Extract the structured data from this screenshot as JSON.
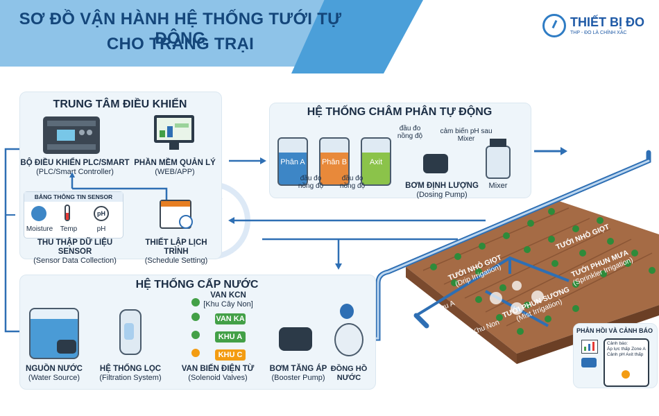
{
  "title": {
    "line1": "SƠ ĐỒ VẬN HÀNH HỆ THỐNG TƯỚI TỰ ĐỘNG",
    "line2": "CHO TRANG TRẠI"
  },
  "logo": {
    "name": "THIẾT BỊ ĐO",
    "tagline": "THP - ĐO LÀ CHÍNH XÁC"
  },
  "control_center": {
    "title": "TRUNG TÂM ĐIỀU KHIỂN",
    "plc_label": "BỘ ĐIỀU KHIỂN PLC/SMART",
    "plc_sub": "(PLC/Smart Controller)",
    "software_label": "PHẦN MỀM QUẢN LÝ",
    "software_sub": "(WEB/APP)",
    "sensor_board_title": "BẢNG THÔNG TIN SENSOR",
    "sensor_items": [
      "Moisture",
      "Temp",
      "pH"
    ],
    "ph_icon_text": "pH",
    "sensor_label": "THU THẬP DỮ LIỆU SENSOR",
    "sensor_sub": "(Sensor Data Collection)",
    "schedule_label": "THIẾT LẬP LỊCH TRÌNH",
    "schedule_sub": "(Schedule Setting)"
  },
  "fertigation": {
    "title": "HỆ THỐNG CHÂM PHÂN TỰ ĐỘNG",
    "tanks": [
      "Phân A",
      "Phân B",
      "Axit"
    ],
    "probe_top": "đầu đo nồng độ",
    "probe_a": "đầu đo nồng độ",
    "probe_b": "đầu đo nồng độ",
    "ph_sensor": "cảm biến pH sau Mixer",
    "pump_label": "BƠM ĐỊNH LƯỢNG",
    "pump_sub": "(Dosing Pump)",
    "mixer_label": "Mixer"
  },
  "water_supply": {
    "title": "HỆ THỐNG CẤP NƯỚC",
    "source_label": "NGUỒN NƯỚC",
    "source_sub": "(Water Source)",
    "filter_label": "HỆ THỐNG LỌC",
    "filter_sub": "(Filtration System)",
    "valve_top": "VAN KCN",
    "valve_top_sub": "[Khu Cây Non]",
    "valves": [
      "VAN KA",
      "KHU A",
      "KHU C"
    ],
    "valve_label": "VAN BIẾN ĐIỆN TỪ",
    "valve_sub": "(Solenoid Valves)",
    "booster_label": "BƠM TĂNG ÁP",
    "booster_sub": "(Booster Pump)",
    "meter_label": "ĐỒNG HỒ NƯỚC"
  },
  "field": {
    "zones": [
      {
        "name": "TƯỚI NHỎ GIỌT",
        "sub": "(Drip Irrigation)"
      },
      {
        "name": "TƯỚI NHỎ GIỌT",
        "sub": ""
      },
      {
        "name": "TƯỚI PHUN SƯƠNG",
        "sub": "(Mist Irrigation)"
      },
      {
        "name": "TƯỚI PHUN MƯA",
        "sub": "(Sprinkler Irrigation)"
      }
    ],
    "area_labels": [
      "Khu A",
      "Khu Non"
    ]
  },
  "feedback": {
    "title": "PHẢN HỒI VÀ CẢNH BÁO",
    "alert_lines": [
      "Cảnh báo:",
      "Áp lực thấp Zone A",
      "Cảnh pH Axit thấp"
    ]
  },
  "colors": {
    "pipe": "#2e6fb4",
    "pipe_light": "#bcd6ef",
    "green_valve": "#43a047",
    "orange_valve": "#f39c12",
    "tank_a": "#3d86c6",
    "tank_b": "#e8893a",
    "tank_acid": "#8bc34a"
  }
}
